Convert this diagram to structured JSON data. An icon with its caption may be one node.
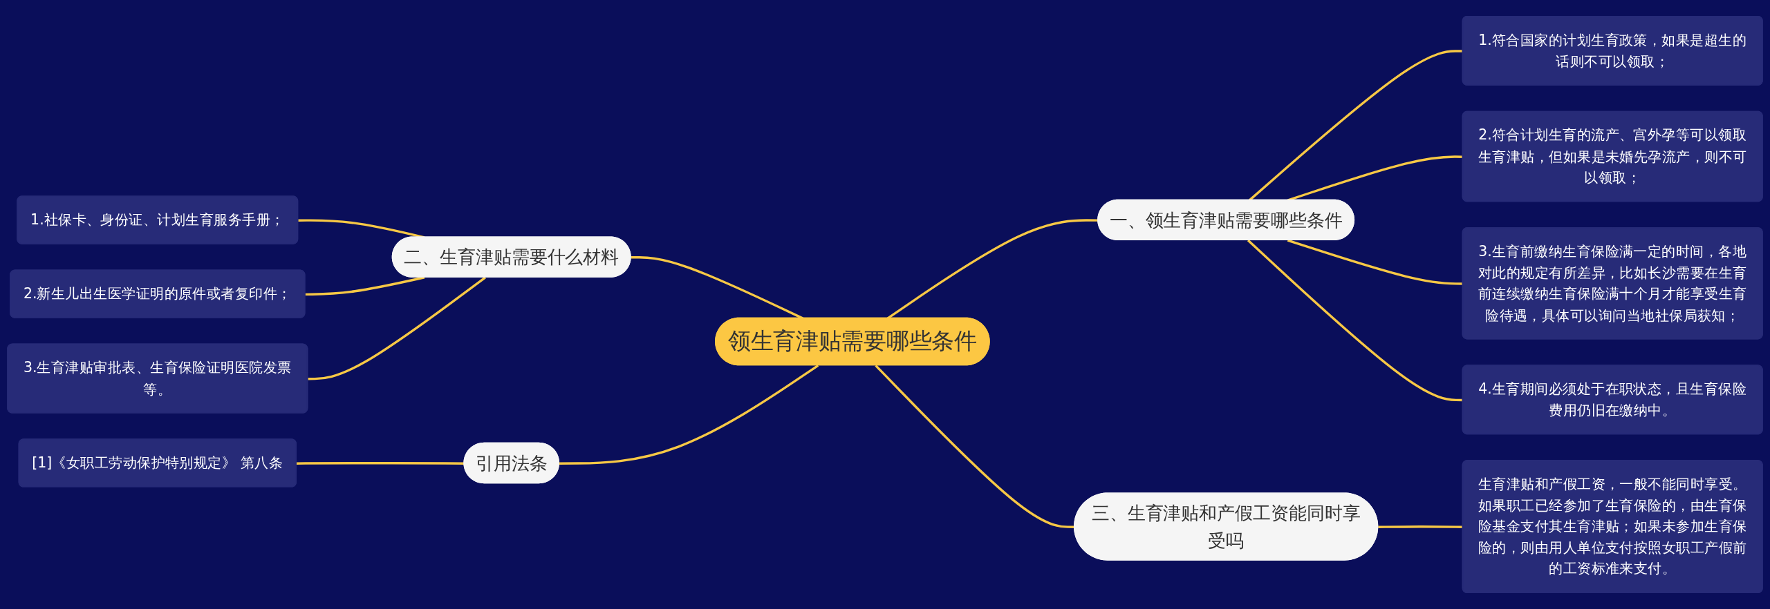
{
  "diagram": {
    "nodes": [
      {
        "text": [
          "领生育津贴需要哪些条件"
        ]
      },
      {
        "text": [
          "一、领生育津贴需要哪些条件"
        ]
      },
      {
        "text": [
          "1.符合国家的计划生育政策，如果是超生的话则不可以领取；"
        ]
      },
      {
        "text": [
          "2.符合计划生育的流产、宫外孕等可以领取生育津贴，但如果是未婚先孕流产，则不可以领取；"
        ]
      },
      {
        "text": [
          "3.生育前缴纳生育保险满一定的时间，各地对此的规定有所差异，比如长沙需要在生育前连续缴纳生育保险满十个月才能享受生育险待遇，具体可以询问当地社保局获知；"
        ]
      },
      {
        "text": [
          "4.生育期间必须处于在职状态，且生育保险费用仍旧在缴纳中。"
        ]
      },
      {
        "text": [
          "二、生育津贴需要什么材料"
        ]
      },
      {
        "text": [
          "1.社保卡、身份证、计划生育服务手册；"
        ]
      },
      {
        "text": [
          "2.新生儿出生医学证明的原件或者复印件；"
        ]
      },
      {
        "text": [
          "3.生育津贴审批表、生育保险证明医院发票等。"
        ]
      },
      {
        "text": [
          "引用法条"
        ]
      },
      {
        "text": [
          "[1]《女职工劳动保护特别规定》 第八条"
        ]
      },
      {
        "text": [
          "三、生育津贴和产假工资能同时享受吗"
        ]
      },
      {
        "text": [
          "生育津贴和产假工资，一般不能同时享受。如果职工已经参加了生育保险的，由生育保险基金支付其生育津贴；如果未参加生育保险的，则由用人单位支付按照女职工产假前的工资标准来支付。"
        ]
      }
    ],
    "edges": [
      {
        "from": 0,
        "to": 1,
        "arrow": "none"
      },
      {
        "from": 1,
        "to": 2,
        "arrow": "none"
      },
      {
        "from": 1,
        "to": 3,
        "arrow": "none"
      },
      {
        "from": 1,
        "to": 4,
        "arrow": "none"
      },
      {
        "from": 1,
        "to": 5,
        "arrow": "none"
      },
      {
        "from": 7,
        "to": 6,
        "arrow": "none"
      },
      {
        "from": 8,
        "to": 6,
        "arrow": "none"
      },
      {
        "from": 9,
        "to": 6,
        "arrow": "none"
      },
      {
        "from": 6,
        "to": 0,
        "arrow": "none"
      },
      {
        "from": 11,
        "to": 10,
        "arrow": "none"
      },
      {
        "from": 10,
        "to": 0,
        "arrow": "none"
      },
      {
        "from": 0,
        "to": 12,
        "arrow": "none"
      },
      {
        "from": 12,
        "to": 13,
        "arrow": "none"
      }
    ]
  }
}
